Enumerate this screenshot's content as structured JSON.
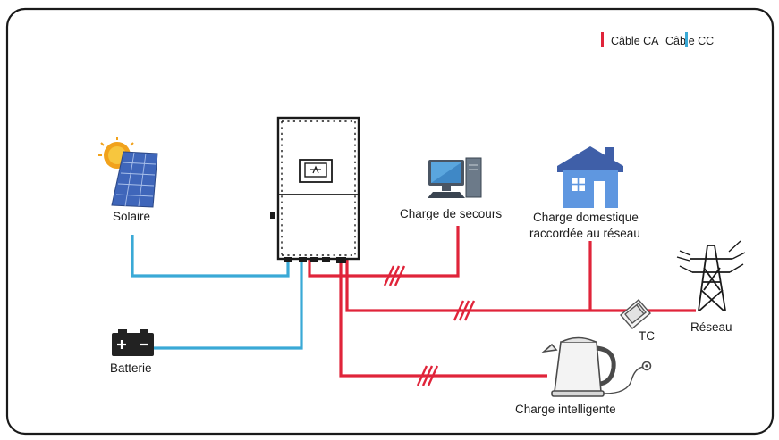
{
  "legend": {
    "ac_label": "Câble CA",
    "dc_label": "Câble CC"
  },
  "colors": {
    "ac": "#e0243a",
    "dc": "#3aa9d6",
    "frame": "#1a1a1a"
  },
  "labels": {
    "solar": "Solaire",
    "battery": "Batterie",
    "backup_load": "Charge de secours",
    "home_load_line1": "Charge domestique",
    "home_load_line2": "raccordée au réseau",
    "grid": "Réseau",
    "ct": "TC",
    "smart_load": "Charge intelligente"
  },
  "icons": {
    "solar": "solar-panel-icon",
    "battery": "battery-icon",
    "inverter": "inverter-icon",
    "backup_load": "computer-icon",
    "home_load": "house-icon",
    "grid": "power-pylon-icon",
    "ct": "current-transformer-icon",
    "smart_load": "kettle-icon"
  }
}
